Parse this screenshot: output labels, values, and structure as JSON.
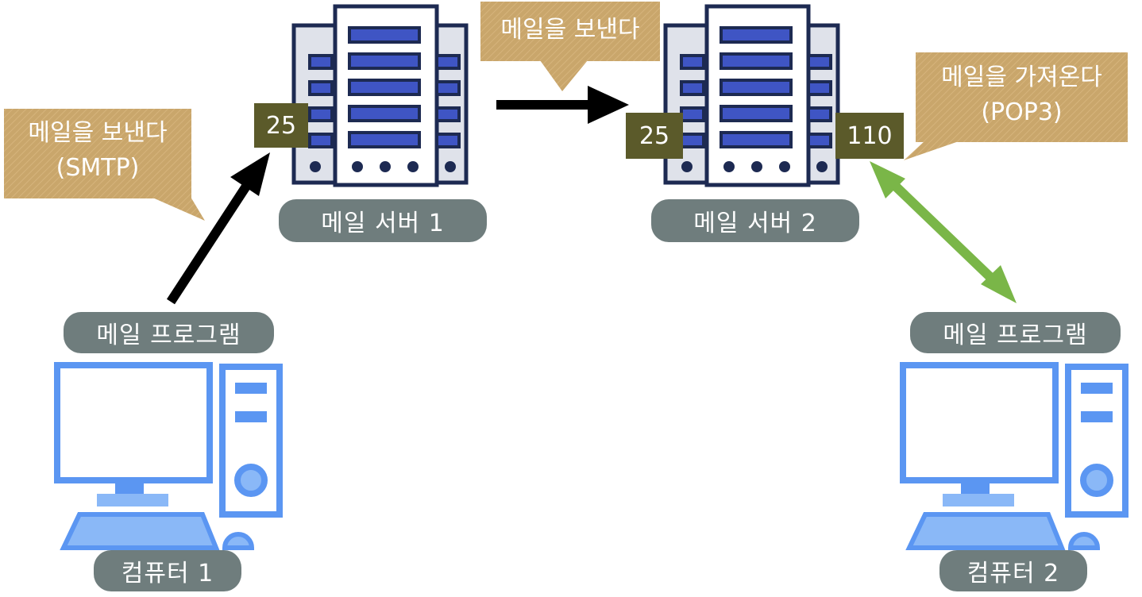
{
  "callouts": {
    "smtp_send": {
      "line1": "메일을 보낸다",
      "line2": "(SMTP)"
    },
    "relay_send": {
      "line1": "메일을 보낸다"
    },
    "pop3_fetch": {
      "line1": "메일을 가져온다",
      "line2": "(POP3)"
    }
  },
  "servers": [
    {
      "label": "메일 서버 1",
      "ports": [
        "25"
      ]
    },
    {
      "label": "메일 서버 2",
      "ports": [
        "25",
        "110"
      ]
    }
  ],
  "clients": [
    {
      "program_label": "메일 프로그램",
      "computer_label": "컴퓨터 1"
    },
    {
      "program_label": "메일 프로그램",
      "computer_label": "컴퓨터 2"
    }
  ],
  "colors": {
    "callout": "#c9a66b",
    "pill": "#6f7d7d",
    "port": "#5b5a2a",
    "arrow_black": "#000000",
    "arrow_green": "#7ab648",
    "server_frame": "#1d2a52",
    "server_slot": "#3f55c4",
    "computer": "#5b96f2"
  }
}
